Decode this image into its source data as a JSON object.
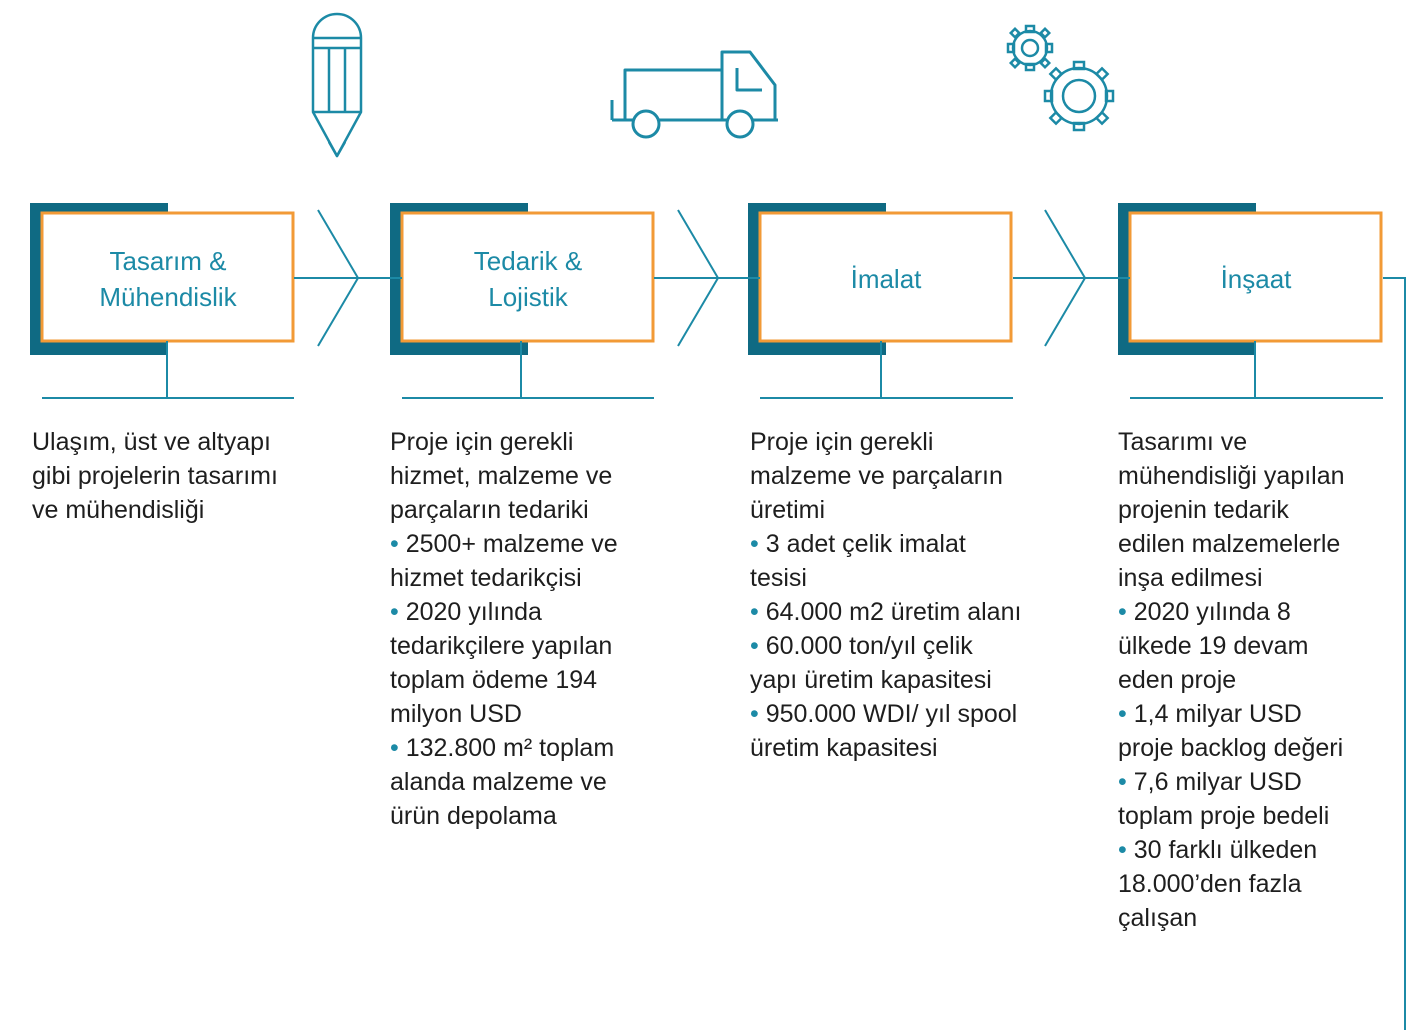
{
  "colors": {
    "teal_dark": "#0f6a83",
    "teal_line": "#1c8aa6",
    "orange_border": "#f29a36",
    "text": "#1e1e1e"
  },
  "stages": [
    {
      "icon": "pencil-icon",
      "title_lines": [
        "Tasarım &",
        "Mühendislik"
      ],
      "intro": "Ulaşım, üst ve altyapı gibi projelerin tasarımı ve mühendisliği",
      "bullets": []
    },
    {
      "icon": "truck-icon",
      "title_lines": [
        "Tedarik &",
        "Lojistik"
      ],
      "intro": "Proje için gerekli hizmet, malzeme ve parçaların tedariki",
      "bullets": [
        "2500+ malzeme ve hizmet tedarikçisi",
        "2020 yılında tedarikçilere yapılan toplam ödeme 194 milyon USD",
        "132.800 m² toplam alanda malzeme ve ürün depolama"
      ]
    },
    {
      "icon": "gears-icon",
      "title_lines": [
        "İmalat"
      ],
      "intro": "Proje için gerekli malzeme ve parçaların üretimi",
      "bullets": [
        "3 adet çelik imalat tesisi",
        "64.000 m2 üretim alanı",
        "60.000 ton/yıl çelik yapı üretim kapasitesi",
        "950.000 WDI/ yıl spool üretim kapasitesi"
      ]
    },
    {
      "icon": "",
      "title_lines": [
        "İnşaat"
      ],
      "intro": "Tasarımı ve mühendisliği yapılan projenin tedarik edilen malzemelerle inşa edilmesi",
      "bullets": [
        "2020 yılında 8 ülkede 19 devam eden proje",
        "1,4 milyar USD proje backlog değeri",
        "7,6 milyar USD toplam proje bedeli",
        "30 farklı ülkeden 18.000’den fazla çalışan"
      ]
    }
  ]
}
